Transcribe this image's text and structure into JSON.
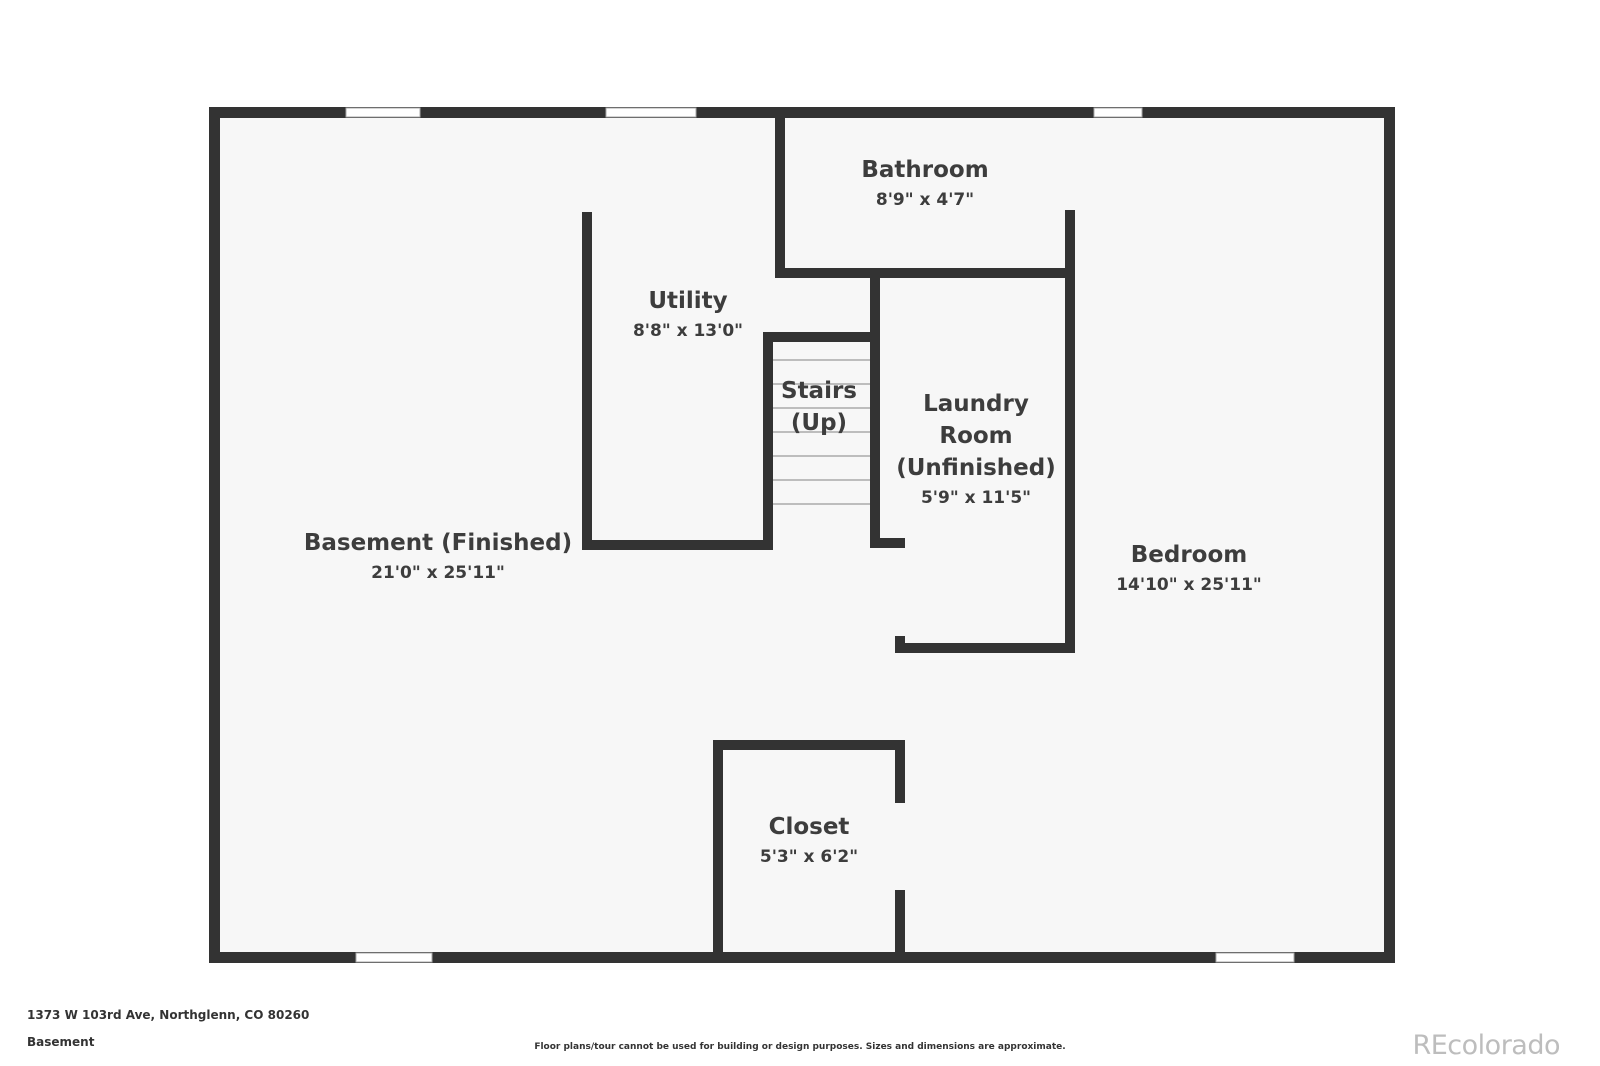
{
  "colors": {
    "wall": "#333333",
    "floor": "#f7f7f7",
    "window": "#ffffff",
    "text": "#3d3d3d",
    "brand": "#bdbdbd"
  },
  "rooms": [
    {
      "id": "basement",
      "name_lines": [
        "Basement (Finished)"
      ],
      "dims": "21'0\" x 25'11\""
    },
    {
      "id": "utility",
      "name_lines": [
        "Utility"
      ],
      "dims": "8'8\" x 13'0\""
    },
    {
      "id": "bathroom",
      "name_lines": [
        "Bathroom"
      ],
      "dims": "8'9\" x 4'7\""
    },
    {
      "id": "stairs",
      "name_lines": [
        "Stairs",
        "(Up)"
      ],
      "dims": ""
    },
    {
      "id": "laundry",
      "name_lines": [
        "Laundry",
        "Room",
        "(Unfinished)"
      ],
      "dims": "5'9\" x 11'5\""
    },
    {
      "id": "bedroom",
      "name_lines": [
        "Bedroom"
      ],
      "dims": "14'10\" x 25'11\""
    },
    {
      "id": "closet",
      "name_lines": [
        "Closet"
      ],
      "dims": "5'3\" x 6'2\""
    }
  ],
  "footer": {
    "address": "1373 W 103rd Ave, Northglenn, CO 80260",
    "level": "Basement",
    "disclaimer": "Floor plans/tour cannot be used for building or design purposes. Sizes and dimensions are approximate.",
    "brand": "REcolorado"
  }
}
